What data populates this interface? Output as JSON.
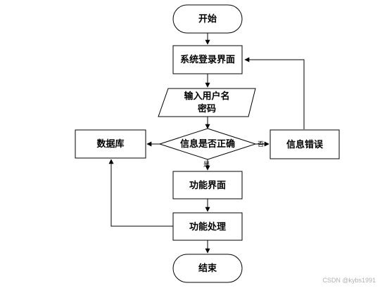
{
  "nodes": {
    "start": "开始",
    "login": "系统登录界面",
    "input_line1": "输入用户名",
    "input_line2": "密码",
    "check": "信息是否正确",
    "database": "数据库",
    "error": "信息错误",
    "function_ui": "功能界面",
    "function_process": "功能处理",
    "end": "结束"
  },
  "edge_labels": {
    "no": "否",
    "yes": "是"
  },
  "watermark": "CSDN @kybs1991",
  "colors": {
    "stroke": "#000000",
    "fill": "#ffffff",
    "watermark": "#b0b0b0"
  }
}
